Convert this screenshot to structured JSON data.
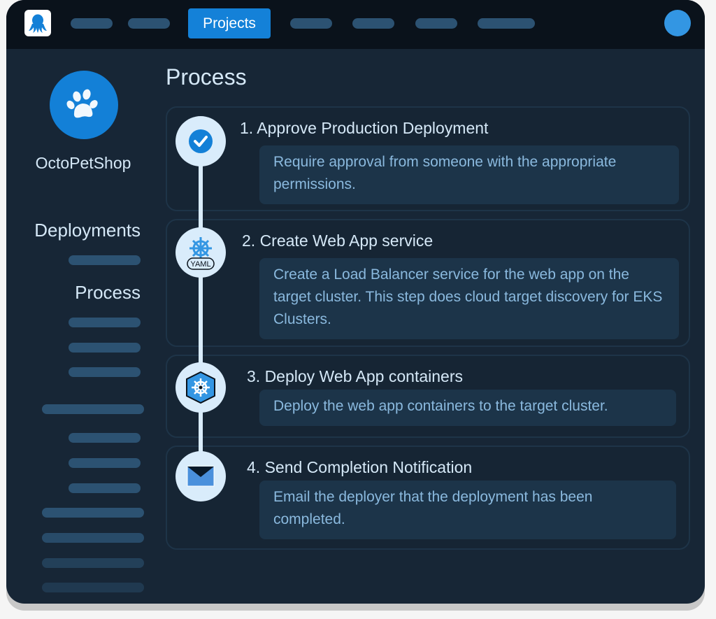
{
  "topbar": {
    "logo_icon": "octopus-logo-icon",
    "projects_label": "Projects",
    "nav_placeholders": 6,
    "avatar_icon": "user-avatar-icon",
    "colors": {
      "background": "#0a121b",
      "active": "#1481d8",
      "avatar": "#3396e3"
    }
  },
  "sidebar": {
    "project_icon": "paw-icon",
    "project_name": "OctoPetShop",
    "sections": [
      {
        "label": "Deployments"
      },
      {
        "label": "Process"
      }
    ]
  },
  "main": {
    "title": "Process",
    "steps": [
      {
        "number": "1.",
        "title": "1. Approve Production Deployment",
        "description": "Require approval from someone with the appropriate permissions.",
        "icon": "check-circle-icon"
      },
      {
        "number": "2.",
        "title": "2. Create Web App service",
        "description": "Create a Load Balancer service for the web app on the target cluster. This step does cloud target discovery for EKS Clusters.",
        "icon": "kubernetes-yaml-icon",
        "icon_badge": "YAML"
      },
      {
        "number": "3.",
        "title": "3. Deploy Web App containers",
        "description": "Deploy the web app containers to the target cluster.",
        "icon": "kubernetes-cube-icon"
      },
      {
        "number": "4.",
        "title": "4. Send Completion Notification",
        "description": "Email the deployer that the deployment has been completed.",
        "icon": "envelope-icon"
      }
    ]
  },
  "colors": {
    "window_bg": "#172636",
    "text_primary": "#d5e8f7",
    "text_secondary": "#8ab9de",
    "accent": "#1380d7",
    "placeholder_bar": "#2c5272"
  }
}
